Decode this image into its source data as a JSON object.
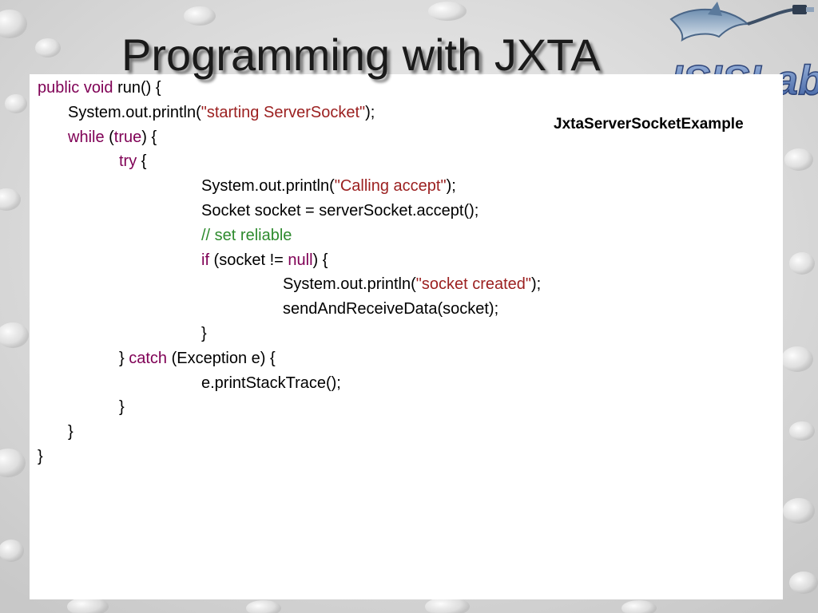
{
  "slide": {
    "title": "Programming with JXTA",
    "example_label": "JxtaServerSocketExample",
    "logo": {
      "icon": "dolphin-usb-logo-icon",
      "text": "ISISLab"
    }
  },
  "colors": {
    "keyword": "#7f0055",
    "string": "#9b1f1f",
    "comment": "#2e8b2e",
    "panel": "#ffffff",
    "background": "#dcdcdc"
  },
  "code": {
    "lines": [
      {
        "indent": 0,
        "tokens": [
          {
            "t": "kw",
            "v": "public void"
          },
          {
            "t": "p",
            "v": " run() {"
          }
        ]
      },
      {
        "indent": 1,
        "tokens": [
          {
            "t": "p",
            "v": "System.out.println("
          },
          {
            "t": "str",
            "v": "\"starting ServerSocket\""
          },
          {
            "t": "p",
            "v": ");"
          }
        ]
      },
      {
        "indent": 1,
        "tokens": [
          {
            "t": "kw",
            "v": "while"
          },
          {
            "t": "p",
            "v": " ("
          },
          {
            "t": "kw",
            "v": "true"
          },
          {
            "t": "p",
            "v": ") {"
          }
        ]
      },
      {
        "indent": 2,
        "tokens": [
          {
            "t": "kw",
            "v": "try"
          },
          {
            "t": "p",
            "v": " {"
          }
        ]
      },
      {
        "indent": 3,
        "tokens": [
          {
            "t": "p",
            "v": "System.out.println("
          },
          {
            "t": "str",
            "v": "\"Calling accept\""
          },
          {
            "t": "p",
            "v": ");"
          }
        ]
      },
      {
        "indent": 3,
        "tokens": [
          {
            "t": "p",
            "v": "Socket socket = serverSocket.accept();"
          }
        ]
      },
      {
        "indent": 3,
        "tokens": [
          {
            "t": "cmt",
            "v": "// set reliable"
          }
        ]
      },
      {
        "indent": 3,
        "tokens": [
          {
            "t": "kw",
            "v": "if"
          },
          {
            "t": "p",
            "v": " (socket != "
          },
          {
            "t": "kw",
            "v": "null"
          },
          {
            "t": "p",
            "v": ") {"
          }
        ]
      },
      {
        "indent": 4,
        "tokens": [
          {
            "t": "p",
            "v": "System.out.println("
          },
          {
            "t": "str",
            "v": "\"socket created\""
          },
          {
            "t": "p",
            "v": ");"
          }
        ]
      },
      {
        "indent": 4,
        "tokens": [
          {
            "t": "p",
            "v": "sendAndReceiveData(socket);"
          }
        ]
      },
      {
        "indent": 3,
        "tokens": [
          {
            "t": "p",
            "v": "}"
          }
        ]
      },
      {
        "indent": 2,
        "tokens": [
          {
            "t": "p",
            "v": "} "
          },
          {
            "t": "kw",
            "v": "catch"
          },
          {
            "t": "p",
            "v": " (Exception e) {"
          }
        ]
      },
      {
        "indent": 3,
        "tokens": [
          {
            "t": "p",
            "v": "e.printStackTrace();"
          }
        ]
      },
      {
        "indent": 2,
        "tokens": [
          {
            "t": "p",
            "v": "}"
          }
        ]
      },
      {
        "indent": 1,
        "tokens": [
          {
            "t": "p",
            "v": "}"
          }
        ]
      },
      {
        "indent": 0,
        "tokens": [
          {
            "t": "p",
            "v": "}"
          }
        ]
      }
    ]
  }
}
